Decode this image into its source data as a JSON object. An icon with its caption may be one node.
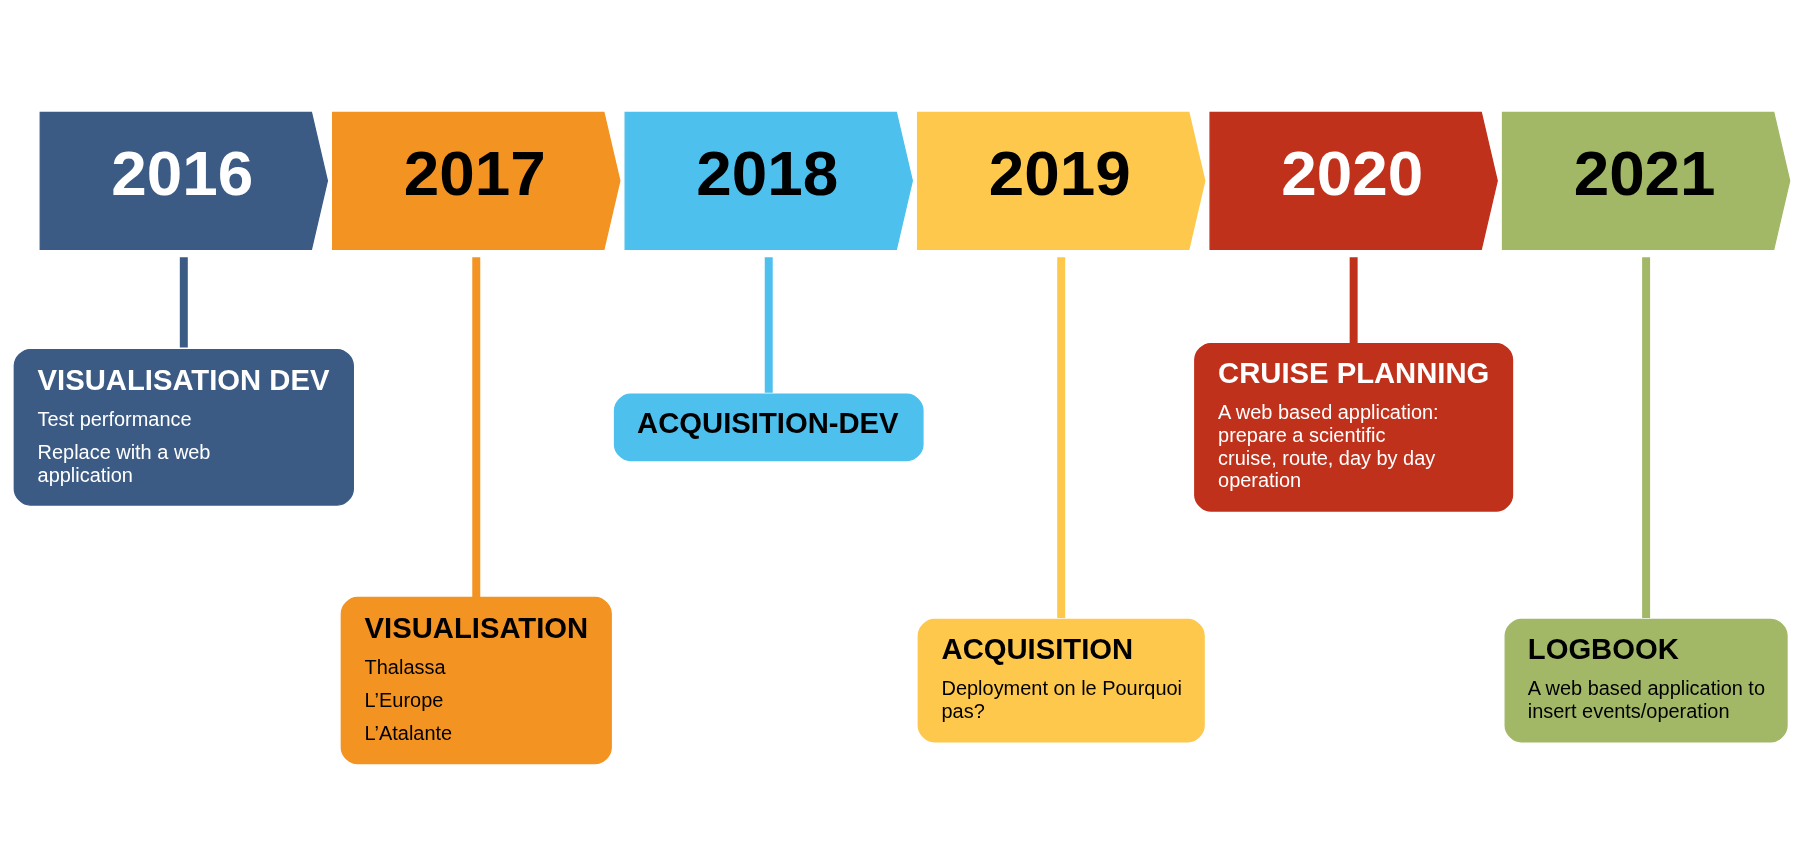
{
  "diagram": {
    "nodes": [
      {
        "text": [
          "2016"
        ]
      },
      {
        "text": [
          "2017"
        ]
      },
      {
        "text": [
          "2018"
        ]
      },
      {
        "text": [
          "2019"
        ]
      },
      {
        "text": [
          "2020"
        ]
      },
      {
        "text": [
          "2021"
        ]
      },
      {
        "text": [
          "VISUALISATION DEV",
          "Test performance",
          "Replace with a web application"
        ]
      },
      {
        "text": [
          "VISUALISATION",
          "Thalassa",
          "L’Europe",
          "L’Atalante"
        ]
      },
      {
        "text": [
          "ACQUISITION-DEV"
        ]
      },
      {
        "text": [
          "ACQUISITION",
          "Deployment on le Pourquoi pas?"
        ]
      },
      {
        "text": [
          "CRUISE PLANNING",
          "A web based application: prepare a scientific cruise, route, day by day operation"
        ]
      },
      {
        "text": [
          "LOGBOOK",
          "A web based application to insert events/operation"
        ]
      }
    ],
    "edges": [
      {
        "from": 0,
        "to": 6,
        "arrow": "none",
        "color": "#3b5b85"
      },
      {
        "from": 1,
        "to": 7,
        "arrow": "none",
        "color": "#f39322"
      },
      {
        "from": 2,
        "to": 8,
        "arrow": "none",
        "color": "#4dc0ee"
      },
      {
        "from": 3,
        "to": 9,
        "arrow": "none",
        "color": "#fec84d"
      },
      {
        "from": 4,
        "to": 10,
        "arrow": "none",
        "color": "#c0311c"
      },
      {
        "from": 5,
        "to": 11,
        "arrow": "none",
        "color": "#a2b867"
      }
    ]
  }
}
